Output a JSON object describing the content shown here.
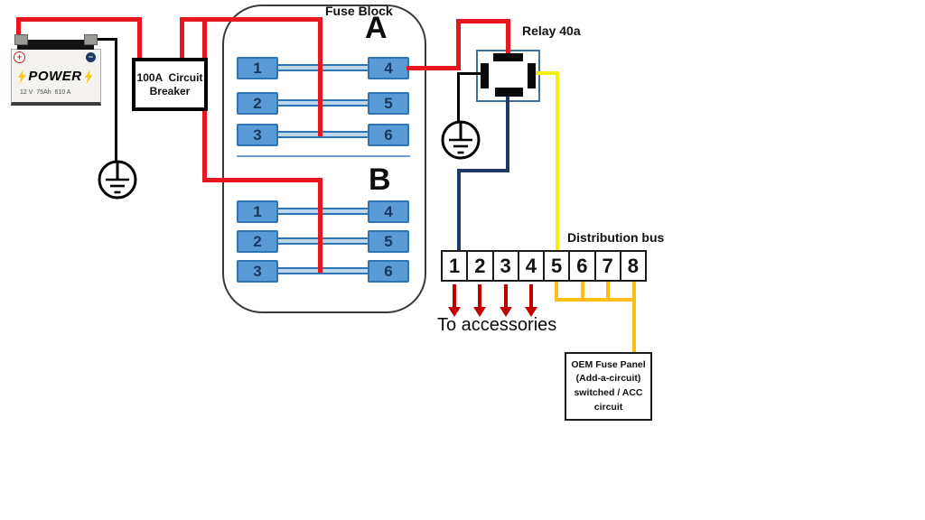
{
  "battery": {
    "brand": "POWER",
    "spec": "12 V  75Ah  610 A",
    "plus": "+",
    "minus": "−"
  },
  "circuit_breaker": {
    "line1": "100A  Circuit",
    "line2": "Breaker"
  },
  "fuse_block": {
    "title": "Fuse Block",
    "section_a": {
      "label": "A",
      "left": [
        "1",
        "2",
        "3"
      ],
      "right": [
        "4",
        "5",
        "6"
      ]
    },
    "section_b": {
      "label": "B",
      "left": [
        "1",
        "2",
        "3"
      ],
      "right": [
        "4",
        "5",
        "6"
      ]
    }
  },
  "relay": {
    "label": "Relay 40a"
  },
  "distribution_bus": {
    "label": "Distribution bus",
    "cells": [
      "1",
      "2",
      "3",
      "4",
      "5",
      "6",
      "7",
      "8"
    ]
  },
  "to_accessories_label": "To accessories",
  "oem_panel": {
    "line1": "OEM Fuse Panel",
    "line2": "(Add-a-circuit)",
    "line3": "switched / ACC",
    "line4": "circuit"
  },
  "colors": {
    "wire_red": "#e8171f",
    "wire_black": "#000000",
    "wire_navy": "#1f3864",
    "wire_yellow": "#f4ee0a",
    "wire_gold": "#fdbf17",
    "fuse_fill": "#5b9bd5",
    "fuse_border": "#2e75b6",
    "fuse_text": "#17365d",
    "connector_fill": "#bdd7ee",
    "relay_border": "#41719c",
    "arrow_red": "#c00000"
  }
}
